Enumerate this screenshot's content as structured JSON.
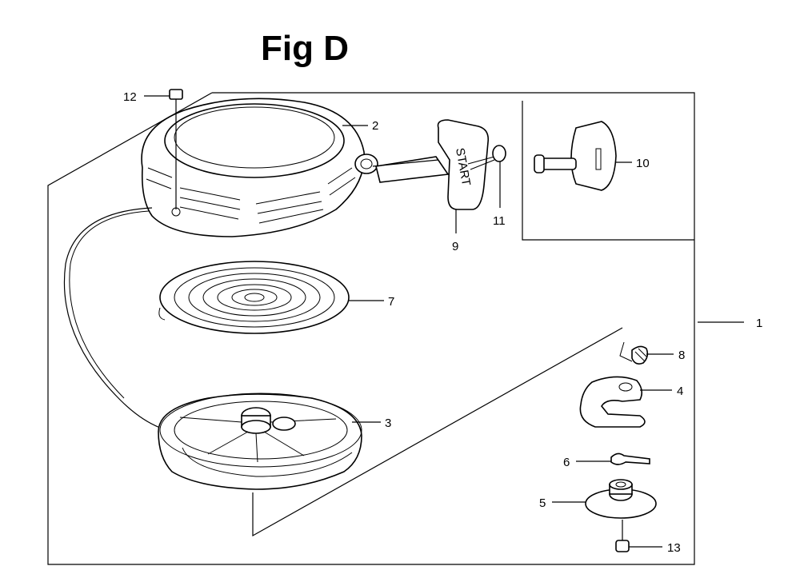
{
  "title": "Fig D",
  "handle_text": "START",
  "callouts": [
    {
      "id": "1",
      "label": "1"
    },
    {
      "id": "2",
      "label": "2"
    },
    {
      "id": "3",
      "label": "3"
    },
    {
      "id": "4",
      "label": "4"
    },
    {
      "id": "5",
      "label": "5"
    },
    {
      "id": "6",
      "label": "6"
    },
    {
      "id": "7",
      "label": "7"
    },
    {
      "id": "8",
      "label": "8"
    },
    {
      "id": "9",
      "label": "9"
    },
    {
      "id": "10",
      "label": "10"
    },
    {
      "id": "11",
      "label": "11"
    },
    {
      "id": "12",
      "label": "12"
    },
    {
      "id": "13",
      "label": "13"
    }
  ]
}
